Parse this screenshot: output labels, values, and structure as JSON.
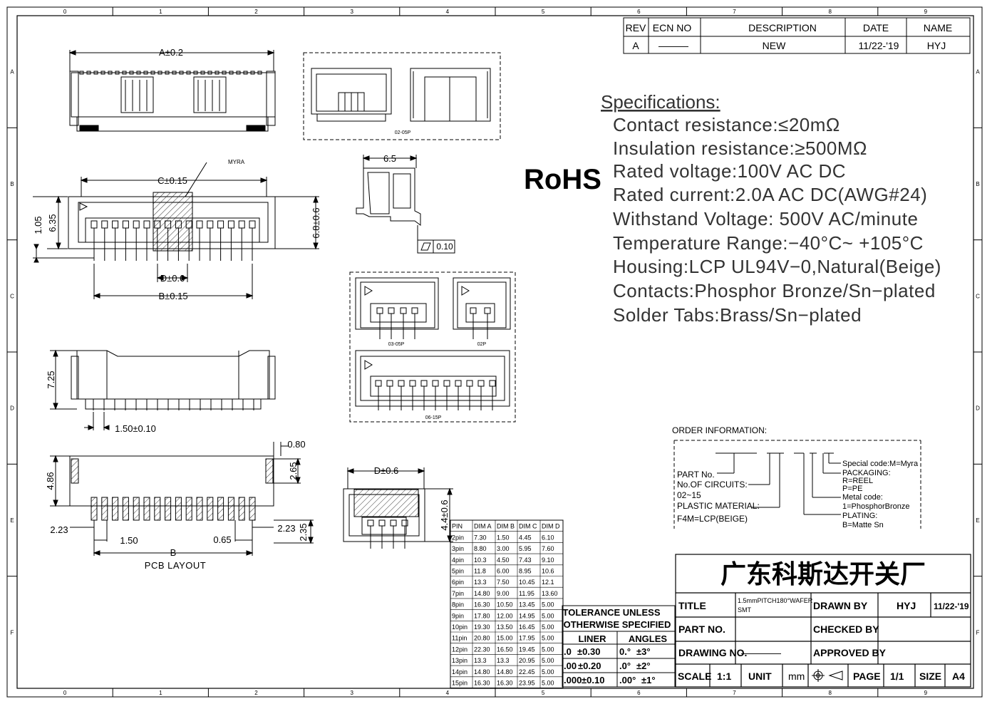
{
  "frame": {
    "col_labels": [
      "0",
      "1",
      "2",
      "3",
      "4",
      "5",
      "6",
      "7",
      "8",
      "9"
    ],
    "row_labels": [
      "A",
      "B",
      "C",
      "D",
      "E",
      "F"
    ]
  },
  "rev_table": {
    "headers": [
      "REV",
      "ECN NO",
      "DESCRIPTION",
      "DATE",
      "NAME"
    ],
    "row": [
      "A",
      "———",
      "NEW",
      "11/22-'19",
      "HYJ"
    ]
  },
  "specs": {
    "heading": "Specifications:",
    "lines": [
      "Contact resistance:≤20mΩ",
      "Insulation resistance:≥500MΩ",
      "Rated voltage:100V AC DC",
      "Rated current:2.0A AC DC(AWG#24)",
      "Withstand Voltage: 500V AC/minute",
      "Temperature Range:−40°C~ +105°C",
      "Housing:LCP UL94V−0,Natural(Beige)",
      "Contacts:Phosphor Bronze/Sn−plated",
      "Solder Tabs:Brass/Sn−plated"
    ]
  },
  "rohs": "RoHS",
  "dims": {
    "a": "A±0.2",
    "myra": "MYRA",
    "c": "C±0.15",
    "d06": "D±0.6",
    "b015": "B±0.15",
    "h105": "1.05",
    "h635": "6.35",
    "h68": "6.8±0.6",
    "w65": "6.5",
    "flat": "0.10",
    "h725": "7.25",
    "p150": "1.50±0.10",
    "p080": "0.80",
    "h486": "4.86",
    "h265": "2.65",
    "l223": "2.23",
    "r223": "2.23",
    "p15": "1.50",
    "p065": "0.65",
    "b": "B",
    "h235": "2.35",
    "pcb": "PCB LAYOUT",
    "d06b": "D±0.6",
    "h44": "4.4±0.6"
  },
  "view_labels": {
    "v1": "02-05P",
    "v2": "03-05P",
    "v3": "02P",
    "v4": "06-15P"
  },
  "order": {
    "title": "ORDER INFORMATION:",
    "part_no": "PART No.",
    "circuits": "No.OF CIRCUITS:",
    "range": "02~15",
    "plastic": "PLASTIC MATERIAL:",
    "f4m": "F4M=LCP(BEIGE)",
    "special": "Special code:M=Myra",
    "packaging": "PACKAGING:",
    "reel": "R=REEL",
    "pe": "P=PE",
    "metal": "Metal code:",
    "metal_val": "1=PhosphorBronze",
    "plating": "PLATING:",
    "plating_val": "B=Matte Sn"
  },
  "pin_table": {
    "headers": [
      "PIN",
      "DIM A",
      "DIM B",
      "DIM C",
      "DIM D"
    ],
    "rows": [
      [
        "2pin",
        "7.30",
        "1.50",
        "4.45",
        "6.10"
      ],
      [
        "3pin",
        "8.80",
        "3.00",
        "5.95",
        "7.60"
      ],
      [
        "4pin",
        "10.3",
        "4.50",
        "7.43",
        "9.10"
      ],
      [
        "5pin",
        "11.8",
        "6.00",
        "8.95",
        "10.6"
      ],
      [
        "6pin",
        "13.3",
        "7.50",
        "10.45",
        "12.1"
      ],
      [
        "7pin",
        "14.80",
        "9.00",
        "11.95",
        "13.60"
      ],
      [
        "8pin",
        "16.30",
        "10.50",
        "13.45",
        "5.00"
      ],
      [
        "9pin",
        "17.80",
        "12.00",
        "14.95",
        "5.00"
      ],
      [
        "10pin",
        "19.30",
        "13.50",
        "16.45",
        "5.00"
      ],
      [
        "11pin",
        "20.80",
        "15.00",
        "17.95",
        "5.00"
      ],
      [
        "12pin",
        "22.30",
        "16.50",
        "19.45",
        "5.00"
      ],
      [
        "13pin",
        "13.3",
        "13.3",
        "20.95",
        "5.00"
      ],
      [
        "14pin",
        "14.80",
        "14.80",
        "22.45",
        "5.00"
      ],
      [
        "15pin",
        "16.30",
        "16.30",
        "23.95",
        "5.00"
      ]
    ]
  },
  "tolerance": {
    "l1": "TOLERANCE UNLESS",
    "l2": "OTHERWISE SPECIFIED",
    "liner": "LINER",
    "angles": "ANGLES",
    "r1a": ".0",
    "r1b": "±0.30",
    "r1c": "0.°",
    "r1d": "±3°",
    "r2a": ".00",
    "r2b": "±0.20",
    "r2c": ".0°",
    "r2d": "±2°",
    "r3a": ".000",
    "r3b": "±0.10",
    "r3c": ".00°",
    "r3d": "±1°"
  },
  "title_block": {
    "company": "广东科斯达开关厂",
    "title_lbl": "TITLE",
    "title_val1": "1.5mmPITCH180°WAFER",
    "title_val2": "SMT",
    "drawn_lbl": "DRAWN BY",
    "drawn_val": "HYJ",
    "drawn_date": "11/22-'19",
    "part_lbl": "PART NO.",
    "checked_lbl": "CHECKED BY",
    "drawing_lbl": "DRAWING NO.",
    "drawing_val": "————",
    "approved_lbl": "APPROVED BY",
    "scale_lbl": "SCALE",
    "scale_val": "1:1",
    "unit_lbl": "UNIT",
    "unit_val": "mm",
    "page_lbl": "PAGE",
    "page_val": "1/1",
    "size_lbl": "SIZE",
    "size_val": "A4"
  }
}
